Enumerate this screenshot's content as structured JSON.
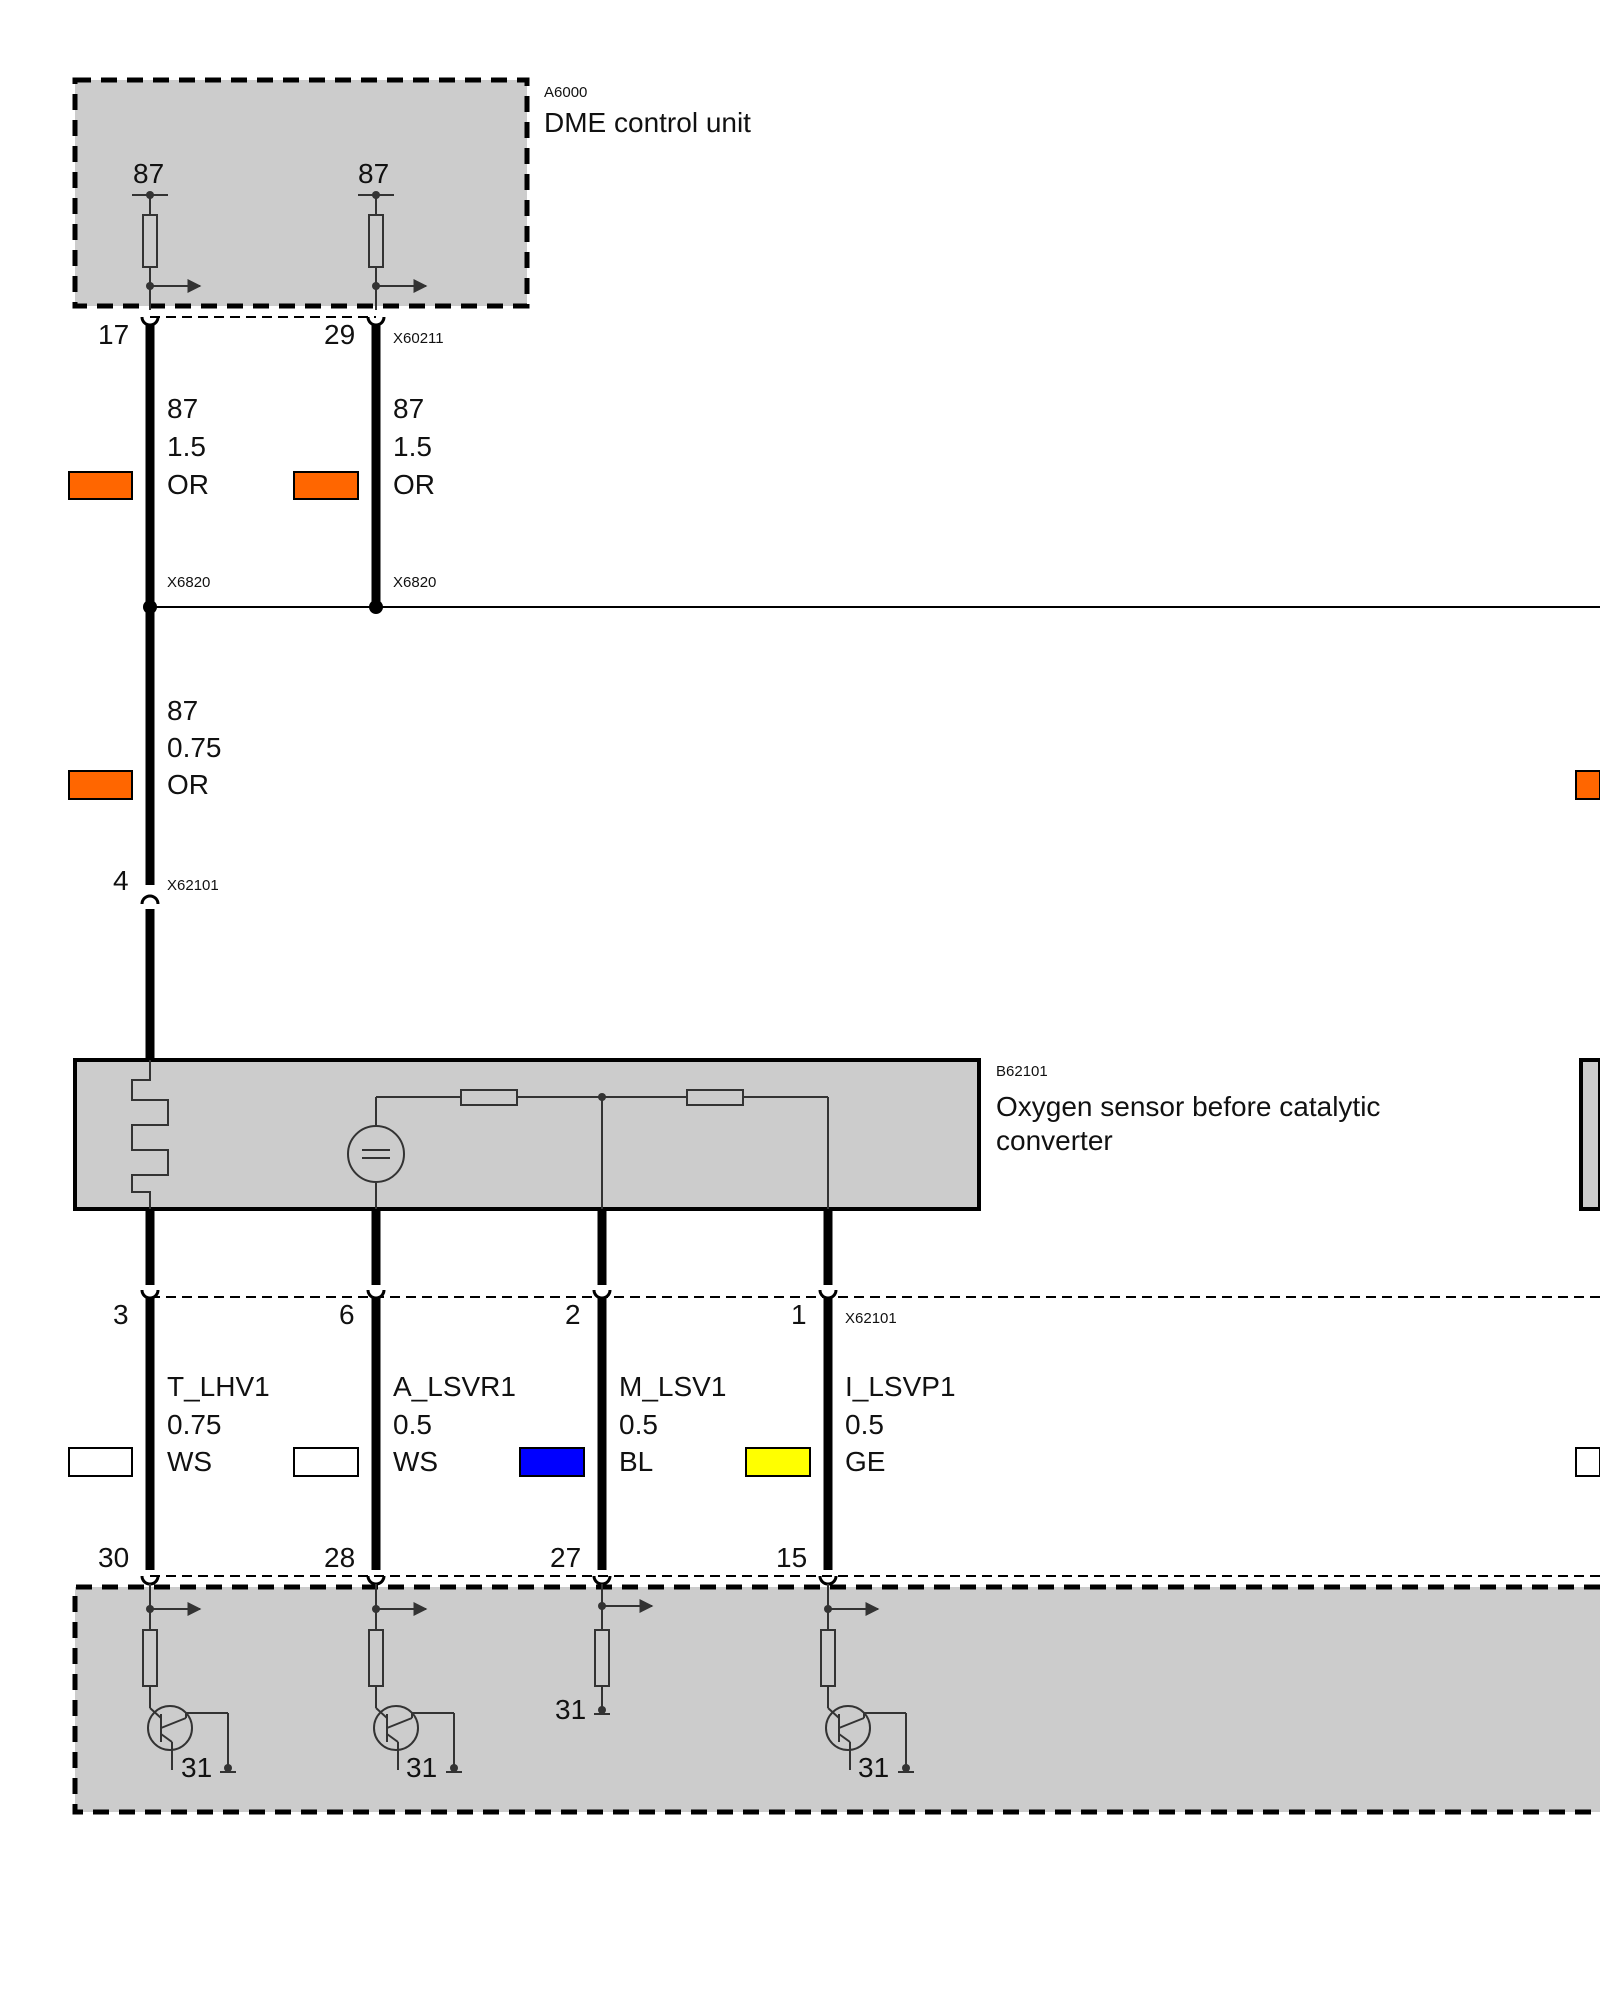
{
  "colors": {
    "OR": "#ff6600",
    "WS": "#ffffff",
    "BL": "#0000ff",
    "GE": "#ffff00",
    "module_fill": "#cccccc",
    "wire": "#000000"
  },
  "dme_top": {
    "code": "A6000",
    "title": "DME control unit",
    "pin_labels": [
      "87",
      "87"
    ]
  },
  "connectors": {
    "x60211": "X60211",
    "x6820_a": "X6820",
    "x6820_b": "X6820",
    "x62101_top": "X62101",
    "x62101_bottom": "X62101"
  },
  "pins_top": [
    "17",
    "29"
  ],
  "wires_upper": [
    {
      "signal": "87",
      "gauge": "1.5",
      "color": "OR",
      "color_name": "OR"
    },
    {
      "signal": "87",
      "gauge": "1.5",
      "color": "OR",
      "color_name": "OR"
    }
  ],
  "wire_mid": {
    "signal": "87",
    "gauge": "0.75",
    "color": "OR",
    "color_name": "OR"
  },
  "pin_x62101_top": "4",
  "sensor": {
    "code": "B62101",
    "title_line1": "Oxygen sensor before catalytic",
    "title_line2": "converter"
  },
  "sensor_pins": [
    "3",
    "6",
    "2",
    "1"
  ],
  "wires_lower": [
    {
      "signal": "T_LHV1",
      "gauge": "0.75",
      "color": "WS",
      "color_name": "WS"
    },
    {
      "signal": "A_LSVR1",
      "gauge": "0.5",
      "color": "WS",
      "color_name": "WS"
    },
    {
      "signal": "M_LSV1",
      "gauge": "0.5",
      "color": "BL",
      "color_name": "BL"
    },
    {
      "signal": "I_LSVP1",
      "gauge": "0.5",
      "color": "GE",
      "color_name": "GE"
    }
  ],
  "dme_pins_bottom": [
    "30",
    "28",
    "27",
    "15"
  ],
  "ground_labels": [
    "31",
    "31",
    "31",
    "31"
  ]
}
